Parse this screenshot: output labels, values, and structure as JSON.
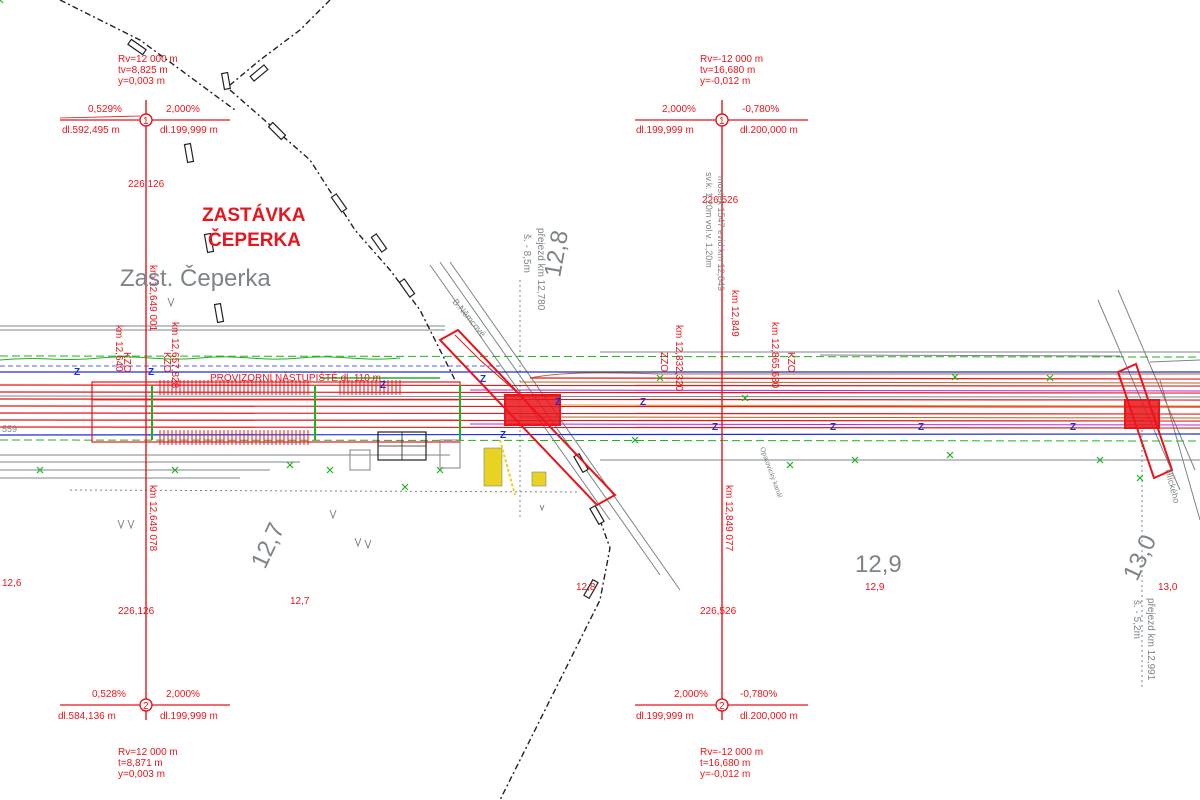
{
  "station": {
    "title_line1": "ZASTÁVKA",
    "title_line2": "ČEPERKA",
    "map_label": "Zast. Čeperka"
  },
  "km_big": [
    "12,7",
    "12,8",
    "12,9",
    "13,0"
  ],
  "km_small": [
    "12,6",
    "12,7",
    "12,8",
    "12,9",
    "13,0"
  ],
  "vertical_curves": {
    "left_top": {
      "number": "1",
      "rv": "Rv=12 000 m",
      "tv": "tv=8,825 m",
      "yv": "y=0,003 m",
      "slope_left": "0,529%",
      "slope_right": "2,000%",
      "dl_left": "dl.592,495 m",
      "dl_right": "dl.199,999 m",
      "height": "226,126",
      "km": "km 12,649 001"
    },
    "left_bottom": {
      "number": "2",
      "rv": "Rv=12 000 m",
      "tv": "t=8,871 m",
      "yv": "y=0,003 m",
      "slope_left": "0,528%",
      "slope_right": "2,000%",
      "dl_left": "dl.584,136 m",
      "dl_right": "dl.199,999 m",
      "height": "226,126",
      "km": "km 12,649 078"
    },
    "right_top": {
      "number": "1",
      "rv": "Rv=-12 000 m",
      "tv": "tv=16,680 m",
      "yv": "y=-0,012 m",
      "slope_left": "2,000%",
      "slope_right": "-0,780%",
      "dl_left": "dl.199,999 m",
      "dl_right": "dl.200,000 m",
      "height": "226,526",
      "km": "km 12,849 077"
    },
    "right_bottom": {
      "number": "2",
      "rv": "Rv=-12 000 m",
      "tv": "t=16,680 m",
      "yv": "y=-0,012 m",
      "slope_left": "2,000%",
      "slope_right": "-0,780%",
      "dl_left": "dl.199,999 m",
      "dl_right": "dl.200,000 m",
      "height": "226,526",
      "km": "km 12,849 077"
    }
  },
  "kilometers": {
    "k1": "km 12,640",
    "k2": "km 12,657,828",
    "k3": "km 12,832,320",
    "k4": "km 12,865,680",
    "k5": "km 12,849"
  },
  "crossings": {
    "c1_label": "přejezd km 12,780",
    "c1_width": "š. - 8,5m",
    "c2_label": "přejezd km 12,991",
    "c2_width": "š. - 5,2m",
    "bridge": "mostek 1547 evid.km 12,849",
    "bridge_dim": "sv.k. 1,20m  vol.v. 1,20m",
    "street1": "B.Němcové",
    "street2": "Hlíckého",
    "channel": "Opatovický kanál",
    "platform": "PROVIZORNÍ NÁSTUPIŠTĚ dl. 110 m",
    "code_left": "559"
  },
  "markers": {
    "kzo": "KZO",
    "zzo": "ZZO",
    "z": "Z"
  },
  "colors": {
    "red": "#e8151b",
    "grey": "#7d858a",
    "blue": "#1c2fd6",
    "green": "#1fb31f",
    "yellow": "#e8d222",
    "black": "#222222"
  }
}
